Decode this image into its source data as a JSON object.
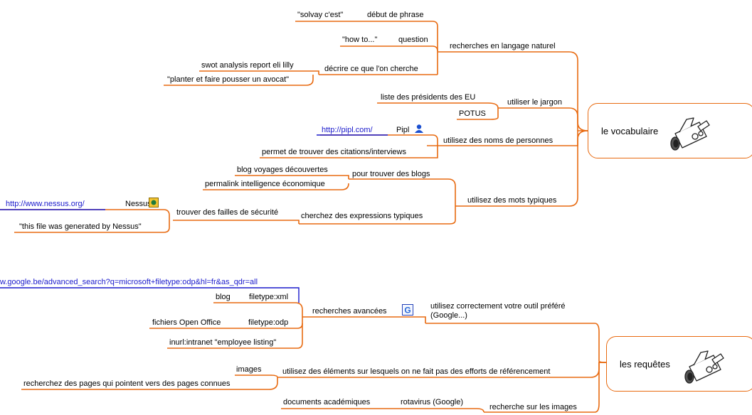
{
  "colors": {
    "branch": "#e86a10",
    "link": "#1a1acc",
    "icon_border": "#2442b8"
  },
  "vocabulaire": {
    "title": "le vocabulaire",
    "icon": "camera-icon",
    "b1": {
      "label": "recherches en langage naturel",
      "debut": "début de phrase",
      "debut_ex": "\"solvay c'est\"",
      "question": "question",
      "question_ex": "\"how to...\"",
      "decrire": "décrire ce que l'on cherche",
      "decrire_ex1": "swot analysis report eli lilly",
      "decrire_ex2": "\"planter et faire pousser un avocat\""
    },
    "b2": {
      "label": "utiliser le jargon",
      "ex1": "liste des présidents des EU",
      "ex2": "POTUS"
    },
    "b3": {
      "label": "utilisez des noms de personnes",
      "pipl": "Pipl",
      "pipl_icon": "person-icon",
      "pipl_url": "http://pipl.com/",
      "citations": "permet de trouver des citations/interviews"
    },
    "b4": {
      "label": "utilisez des mots typiques",
      "blogs": "pour trouver des blogs",
      "blogs_ex1": "blog voyages découvertes",
      "blogs_ex2": "permalink intelligence économique",
      "expr": "cherchez des expressions typiques",
      "failles": "trouver des failles de sécurité",
      "nessus": "Nessus",
      "nessus_icon": "nessus-icon",
      "nessus_url": "http://www.nessus.org/",
      "nessus_ex": "\"this file was generated by Nessus\""
    }
  },
  "requetes": {
    "title": "les requêtes",
    "icon": "camera-icon",
    "b1": {
      "label_line1": "utilisez correctement votre outil préféré",
      "label_line2": "(Google...)",
      "adv": "recherches avancées",
      "adv_icon": "google-icon",
      "google_url": "w.google.be/advanced_search?q=microsoft+filetype:odp&hl=fr&as_qdr=all",
      "ft_xml": "filetype:xml",
      "blog": "blog",
      "ft_odp": "filetype:odp",
      "open_office": "fichiers Open Office",
      "inurl": "inurl:intranet \"employee listing\""
    },
    "b2": {
      "label": "utilisez des éléments sur lesquels on ne fait pas des efforts de référencement",
      "images": "images",
      "pages": "recherchez des pages qui pointent vers des pages connues"
    },
    "b3": {
      "label": "recherche sur les images",
      "rotavirus": "rotavirus (Google)",
      "docs": "documents académiques"
    }
  }
}
